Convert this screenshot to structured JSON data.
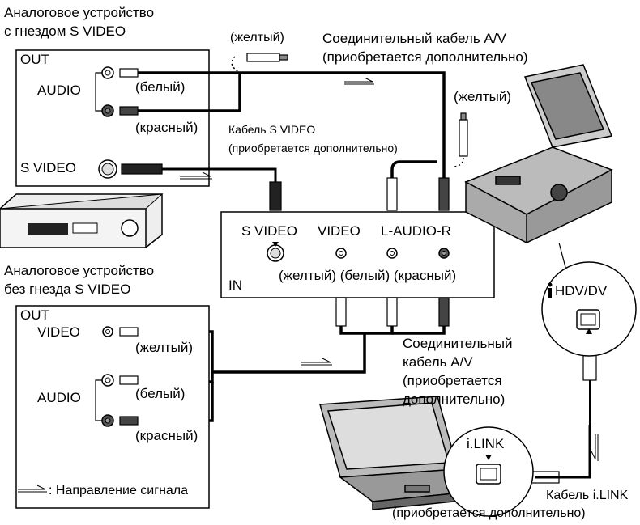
{
  "devices": {
    "analog_with_svideo_title_line1": "Аналоговое устройство",
    "analog_with_svideo_title_line2": "с гнездом S VIDEO",
    "analog_without_svideo_title_line1": "Аналоговое устройство",
    "analog_without_svideo_title_line2": "без гнезда S VIDEO",
    "out_label": "OUT",
    "audio_label": "AUDIO",
    "svideo_label": "S VIDEO",
    "video_label": "VIDEO"
  },
  "in_panel": {
    "svideo": "S VIDEO",
    "video": "VIDEO",
    "audio": "L-AUDIO-R",
    "in_label": "IN",
    "colors": "(желтый) (белый) (красный)"
  },
  "cables": {
    "yellow": "(желтый)",
    "white": "(белый)",
    "red": "(красный)",
    "av_cable_line1": "Соединительный кабель A/V",
    "av_cable_line2": "(приобретается дополнительно)",
    "svideo_cable_line1": "Кабель S VIDEO",
    "svideo_cable_line2": "(приобретается дополнительно)",
    "av_cable2_line1": "Соединительный",
    "av_cable2_line2": "кабель A/V",
    "av_cable2_line3": "(приобретается",
    "av_cable2_line4": "дополнительно)",
    "ilink_cable_line1": "Кабель i.LINK",
    "ilink_cable_line2": "(приобретается дополнительно)"
  },
  "ports": {
    "hdv_dv": "HDV/DV",
    "ilink": "i.LINK"
  },
  "legend": {
    "signal_direction": ": Направление сигнала"
  }
}
